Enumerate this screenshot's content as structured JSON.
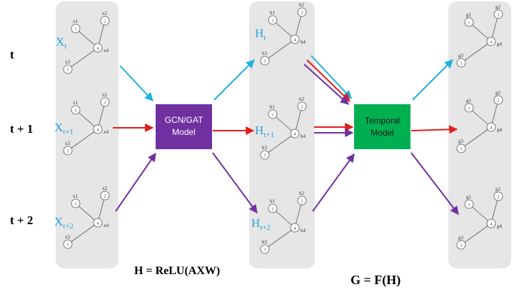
{
  "time_labels": [
    "t",
    "t + 1",
    "t + 2"
  ],
  "input_labels": {
    "column1": [
      {
        "base": "X",
        "sub": "t"
      },
      {
        "base": "X",
        "sub": "t+1"
      },
      {
        "base": "X",
        "sub": "t+2"
      }
    ],
    "column2": [
      {
        "base": "H",
        "sub": "t"
      },
      {
        "base": "H",
        "sub": "t+1"
      },
      {
        "base": "H",
        "sub": "t+2"
      }
    ]
  },
  "graph_node_letters": [
    "x",
    "h",
    "g"
  ],
  "graph_node_numbers": [
    "1",
    "2",
    "3",
    "4"
  ],
  "graph_node_labels": {
    "x": [
      "x1",
      "x2",
      "x3",
      "x4"
    ],
    "h": [
      "h1",
      "h2",
      "h3",
      "h4"
    ],
    "g": [
      "g1",
      "g2",
      "g3",
      "g4"
    ]
  },
  "gcn_box": {
    "line1": "GCN/GAT",
    "line2": "Model",
    "color": "#7030a0"
  },
  "temporal_box": {
    "line1": "Temporal",
    "line2": "Model",
    "color": "#00b050"
  },
  "formulas": {
    "gcn": "H = ReLU(AXW)",
    "temporal": "G = F(H)"
  },
  "colors": {
    "arrow_t": "#1fb0e0",
    "arrow_t1": "#e41c1c",
    "arrow_t2": "#7030a0",
    "label_blue": "#2aa3dc",
    "panel_bg": "#e6e6e6"
  }
}
